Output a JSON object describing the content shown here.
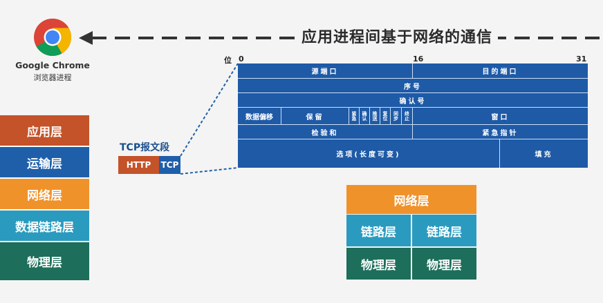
{
  "chrome": {
    "title": "Google Chrome",
    "subtitle": "浏览器进程"
  },
  "title": "应用进程间基于网络的通信",
  "layers": [
    {
      "label": "应用层",
      "color": "#c4532a"
    },
    {
      "label": "运输层",
      "color": "#1f5faa"
    },
    {
      "label": "网络层",
      "color": "#f0922a"
    },
    {
      "label": "数据链路层",
      "color": "#2a9bbf"
    },
    {
      "label": "物理层",
      "color": "#1d6e5a"
    }
  ],
  "segment": {
    "label": "TCP报文段",
    "http": "HTTP",
    "tcp": "TCP"
  },
  "header": {
    "bit_prefix": "位",
    "bit_0": "0",
    "bit_16": "16",
    "bit_31": "31",
    "src_port": "源端口",
    "dst_port": "目的端口",
    "seq": "序号",
    "ack": "确认号",
    "offset": "数据偏移",
    "reserved": "保留",
    "flags": [
      "紧急",
      "确认",
      "推送",
      "复位",
      "同步",
      "终止"
    ],
    "window": "窗口",
    "checksum": "检验和",
    "urgent_ptr": "紧急指针",
    "options": "选项(长度可变)",
    "padding": "填充"
  },
  "right_stack": {
    "network": "网络层",
    "link_left": "链路层",
    "link_right": "链路层",
    "phys_left": "物理层",
    "phys_right": "物理层"
  },
  "colors": {
    "network": "#f0922a",
    "link": "#2a9bbf",
    "physical": "#1d6e5a",
    "header": "#1e5aa6"
  }
}
